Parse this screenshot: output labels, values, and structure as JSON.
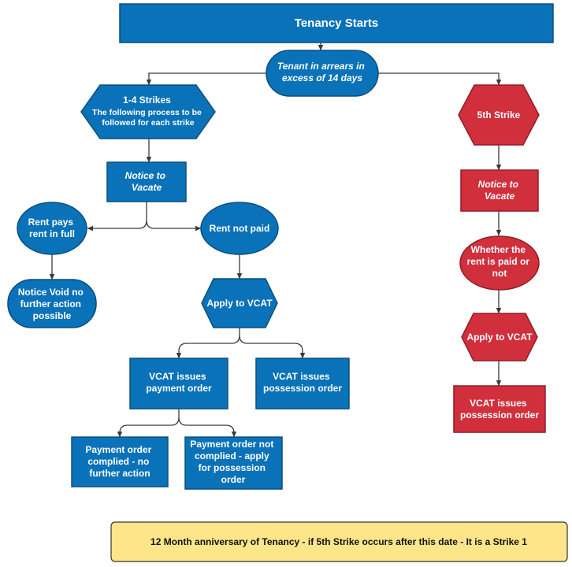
{
  "colors": {
    "blue_fill": "#0a72b8",
    "blue_stroke": "#0b4e80",
    "red_fill": "#d12f3c",
    "red_stroke": "#8f1d26",
    "note_fill": "#fde58a",
    "note_stroke": "#333333",
    "connector": "#3b3b3b"
  },
  "nodes": {
    "tenancy_starts": {
      "lines": [
        "Tenancy Starts"
      ]
    },
    "tenant_arrears": {
      "lines": [
        "Tenant in arrears in",
        "excess of 14 days"
      ]
    },
    "strikes_1_4": {
      "lines": [
        "1-4 Strikes",
        "The following process to be",
        "followed for each strike"
      ]
    },
    "strike_5": {
      "lines": [
        "5th Strike"
      ]
    },
    "notice_vacate_left": {
      "lines": [
        "Notice to",
        "Vacate"
      ]
    },
    "notice_vacate_right": {
      "lines": [
        "Notice to",
        "Vacate"
      ]
    },
    "rent_paid_full": {
      "lines": [
        "Rent pays",
        "rent in full"
      ]
    },
    "rent_not_paid": {
      "lines": [
        "Rent not paid"
      ]
    },
    "notice_void": {
      "lines": [
        "Notice Void no",
        "further action",
        "possible"
      ]
    },
    "apply_vcat_left": {
      "lines": [
        "Apply to VCAT"
      ]
    },
    "whether_paid": {
      "lines": [
        "Whether the",
        "rent is paid or",
        "not"
      ]
    },
    "apply_vcat_right": {
      "lines": [
        "Apply to VCAT"
      ]
    },
    "vcat_payment_order": {
      "lines": [
        "VCAT issues",
        "payment order"
      ]
    },
    "vcat_possession_left": {
      "lines": [
        "VCAT issues",
        "possession order"
      ]
    },
    "vcat_possession_right": {
      "lines": [
        "VCAT issues",
        "possession order"
      ]
    },
    "payment_complied": {
      "lines": [
        "Payment order",
        "complied - no",
        "further action"
      ]
    },
    "payment_not_complied": {
      "lines": [
        "Payment order not",
        "complied - apply",
        "for possession",
        "order"
      ]
    },
    "anniversary_note": {
      "lines": [
        "12 Month anniversary of Tenancy - if 5th Strike occurs after this date - It is a Strike 1"
      ]
    }
  }
}
